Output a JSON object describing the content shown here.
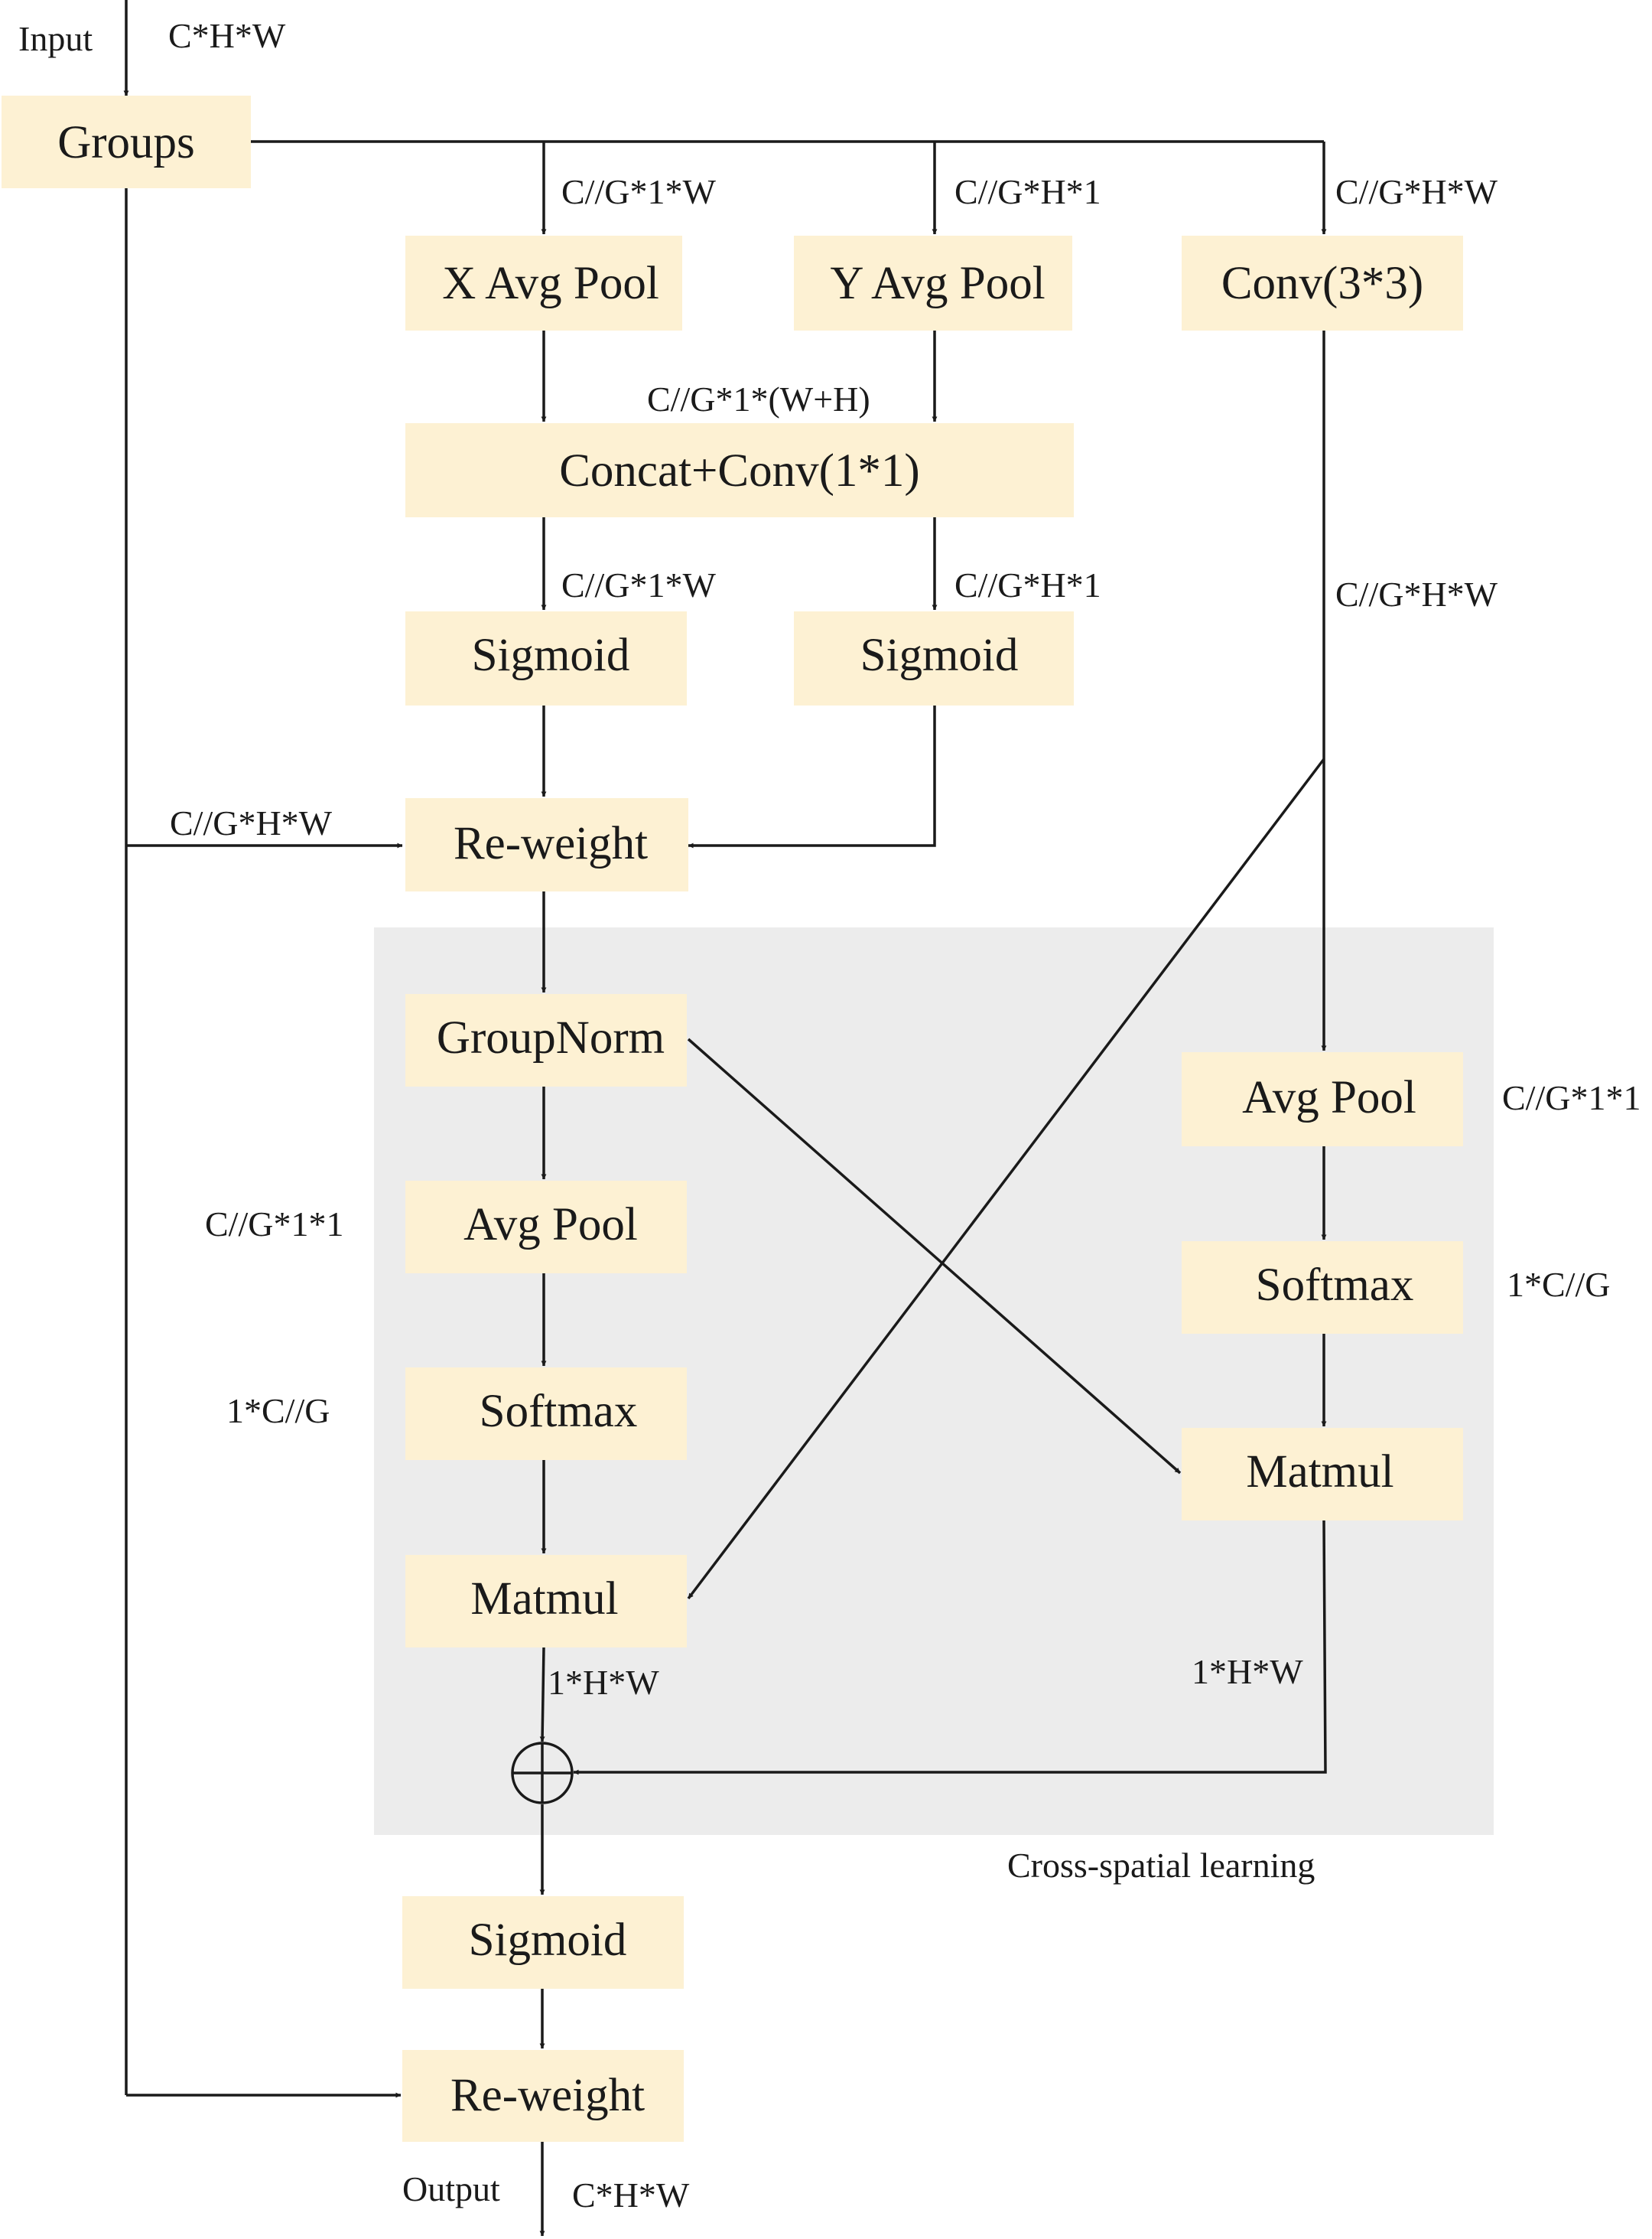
{
  "colors": {
    "box_fill": "#fdf1d3",
    "region_fill": "#ececec",
    "line": "#1a1a1a",
    "background": "#ffffff"
  },
  "nodes": {
    "groups": "Groups",
    "x_avg_pool": "X Avg Pool",
    "y_avg_pool": "Y Avg Pool",
    "conv3": "Conv(3*3)",
    "concat_conv": "Concat+Conv(1*1)",
    "sigmoid_left": "Sigmoid",
    "sigmoid_right": "Sigmoid",
    "reweight_1": "Re-weight",
    "groupnorm": "GroupNorm",
    "avgpool_left": "Avg Pool",
    "softmax_left": "Softmax",
    "matmul_left": "Matmul",
    "avgpool_right": "Avg Pool",
    "softmax_right": "Softmax",
    "matmul_right": "Matmul",
    "sigmoid_bottom": "Sigmoid",
    "reweight_2": "Re-weight"
  },
  "labels": {
    "input": "Input",
    "output": "Output",
    "input_dims": "C*H*W",
    "output_dims": "C*H*W",
    "xpool_in": "C//G*1*W",
    "ypool_in": "C//G*H*1",
    "conv_in": "C//G*H*W",
    "concat_in": "C//G*1*(W+H)",
    "split_left": "C//G*1*W",
    "split_right": "C//G*H*1",
    "conv_out": "C//G*H*W",
    "skip_reweight": "C//G*H*W",
    "avgpool_right_dims": "C//G*1*1",
    "softmax_right_dims": "1*C//G",
    "avgpool_left_dims": "C//G*1*1",
    "softmax_left_dims": "1*C//G",
    "matmul_left_out": "1*H*W",
    "matmul_right_out": "1*H*W",
    "cross_spatial": "Cross-spatial learning"
  }
}
